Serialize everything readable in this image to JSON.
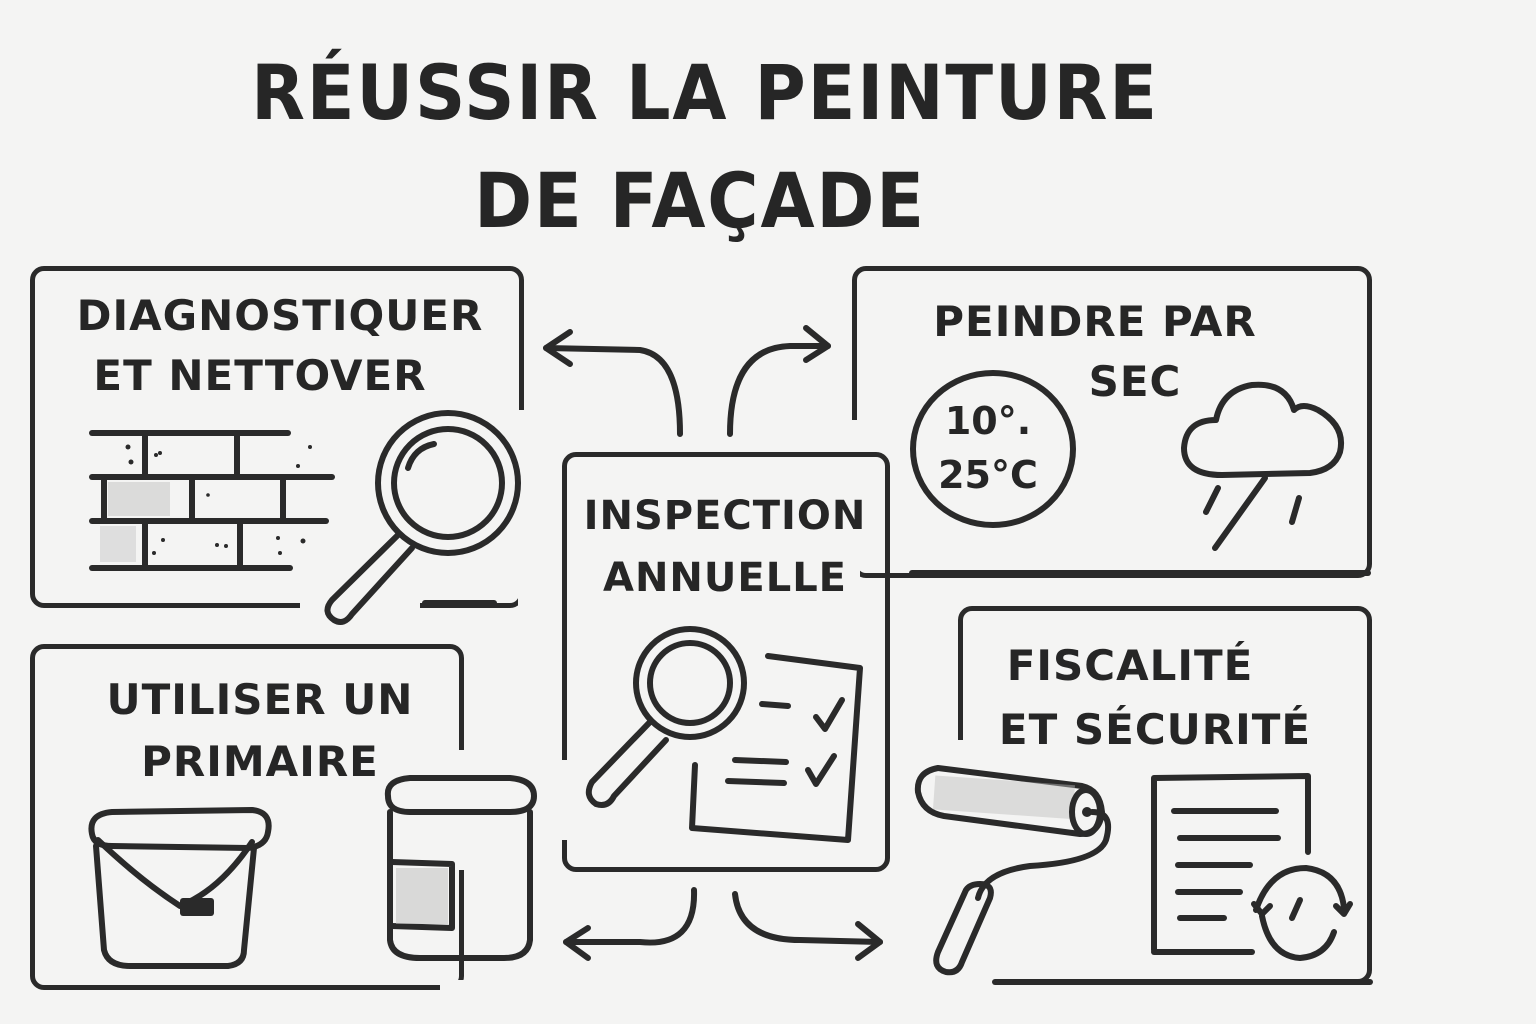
{
  "title": {
    "line1": "RÉUSSIR LA PEINTURE",
    "line2": "DE FAÇADE"
  },
  "panels": [
    {
      "id": "diagnose",
      "line1": "DIAGNOSTIQUER",
      "line2": "ET NETTOVER",
      "icons": [
        "brick-wall-icon",
        "magnifying-glass-icon"
      ]
    },
    {
      "id": "dry-weather",
      "line1": "PEINDRE PAR",
      "line2": "SEC",
      "temperature": {
        "min": "10°.",
        "max": "25°C"
      },
      "icons": [
        "thermometer-badge-icon",
        "rain-cloud-icon"
      ]
    },
    {
      "id": "inspection",
      "line1": "INSPECTION",
      "line2": "ANNUELLE",
      "icons": [
        "magnifying-glass-icon",
        "checklist-icon"
      ]
    },
    {
      "id": "primer",
      "line1": "UTILISER UN",
      "line2": "PRIMAIRE",
      "icons": [
        "paint-bucket-icon",
        "paint-can-icon"
      ]
    },
    {
      "id": "tax-safety",
      "line1": "FISCALITÉ",
      "line2": "ET SÉCURITÉ",
      "icons": [
        "paint-roller-icon",
        "document-renewal-icon"
      ]
    }
  ],
  "arrows": [
    {
      "from": "inspection",
      "to": "diagnose",
      "direction": "up-left"
    },
    {
      "from": "inspection",
      "to": "dry-weather",
      "direction": "up-right"
    },
    {
      "from": "inspection",
      "to": "primer",
      "direction": "down-left"
    },
    {
      "from": "inspection",
      "to": "tax-safety",
      "direction": "down-right"
    }
  ],
  "colors": {
    "background": "#f4f4f3",
    "ink": "#2a2a2a"
  }
}
